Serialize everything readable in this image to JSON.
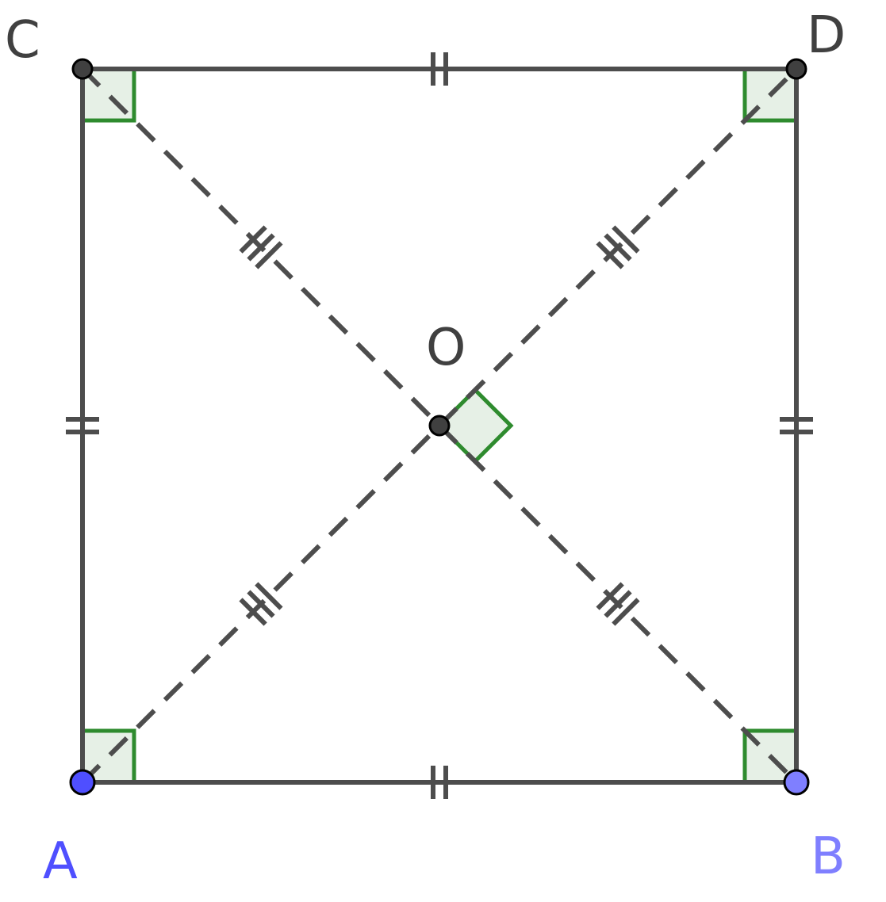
{
  "labels": {
    "A": "A",
    "B": "B",
    "C": "C",
    "D": "D",
    "O": "O"
  },
  "colors": {
    "stroke": "#4d4d4d",
    "vertex_fill": "#404040",
    "point_A": "#4f4fff",
    "point_B": "#7f7fff",
    "label_dark": "#404040",
    "right_angle_stroke": "#2e8b2e",
    "right_angle_fill": "#e6f0e6"
  },
  "marks": {
    "sides": "double-tick",
    "half_diagonals": "triple-tick",
    "right_angles": [
      "A",
      "B",
      "C",
      "D",
      "O"
    ]
  }
}
